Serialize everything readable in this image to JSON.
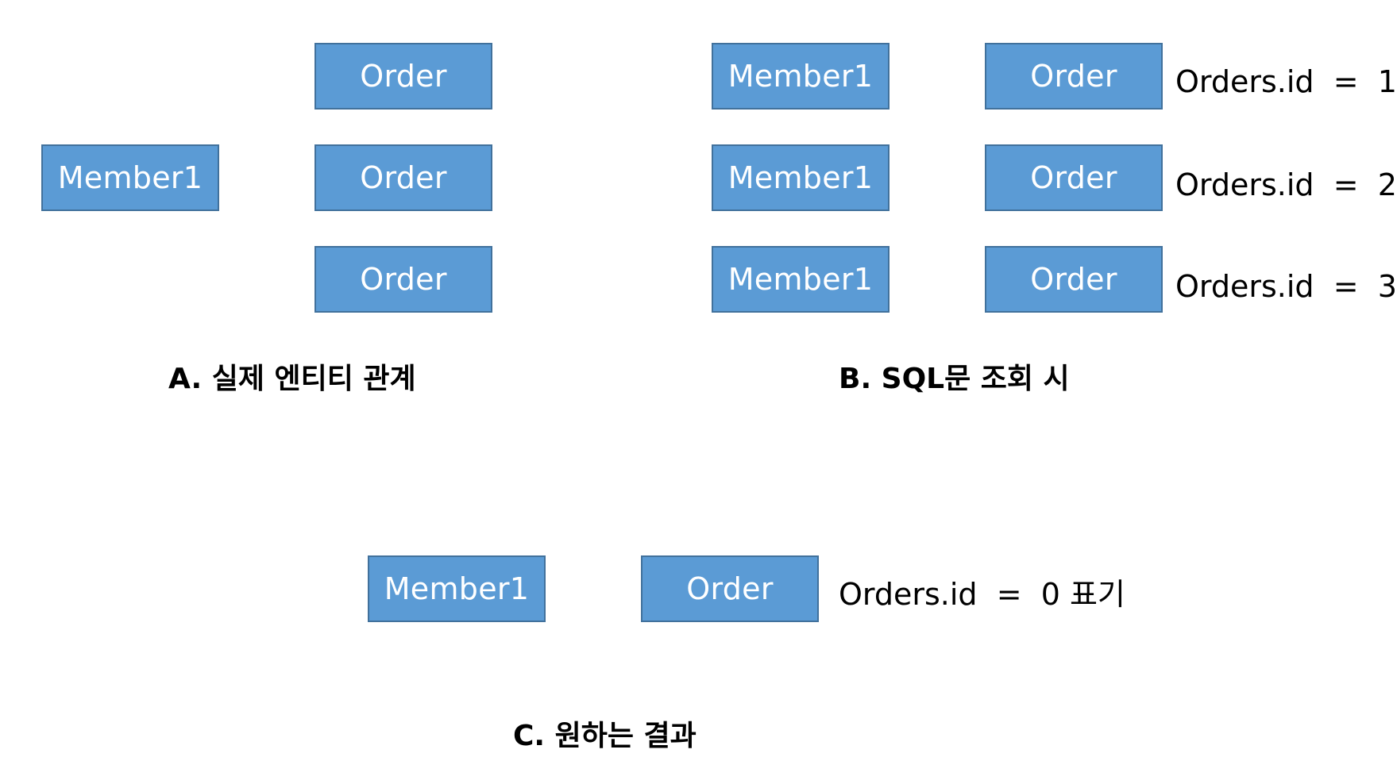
{
  "section_a": {
    "member_label": "Member1",
    "order_labels": [
      "Order",
      "Order",
      "Order"
    ],
    "caption": "A. 실제 엔티티 관계"
  },
  "section_b": {
    "member_labels": [
      "Member1",
      "Member1",
      "Member1"
    ],
    "order_labels": [
      "Order",
      "Order",
      "Order"
    ],
    "notes": [
      "Orders.id  =  1",
      "Orders.id  =  2",
      "Orders.id  =  3"
    ],
    "caption": "B. SQL문 조회 시"
  },
  "section_c": {
    "member_label": "Member1",
    "order_label": "Order",
    "note": "Orders.id  =  0 표기",
    "caption": "C. 원하는 결과"
  },
  "colors": {
    "box_fill": "#5b9bd5",
    "box_border": "#41719c",
    "box_text": "#ffffff",
    "text": "#000000"
  }
}
